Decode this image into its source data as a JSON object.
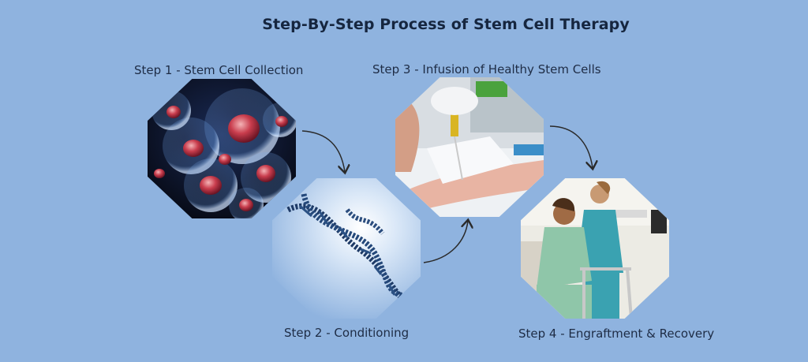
{
  "title": "Step-By-Step Process of Stem Cell Therapy",
  "steps": [
    {
      "label": "Step 1 - Stem Cell Collection"
    },
    {
      "label": "Step 2 - Conditioning"
    },
    {
      "label": "Step 3 - Infusion of Healthy Stem Cells"
    },
    {
      "label": "Step 4 - Engraftment & Recovery"
    }
  ],
  "colors": {
    "background": "#8fb3df",
    "text": "#16263f",
    "arrow": "#2a2a2a"
  },
  "images": [
    "stem-cells-image",
    "dna-helix-image",
    "iv-infusion-image",
    "patient-recovery-image"
  ]
}
